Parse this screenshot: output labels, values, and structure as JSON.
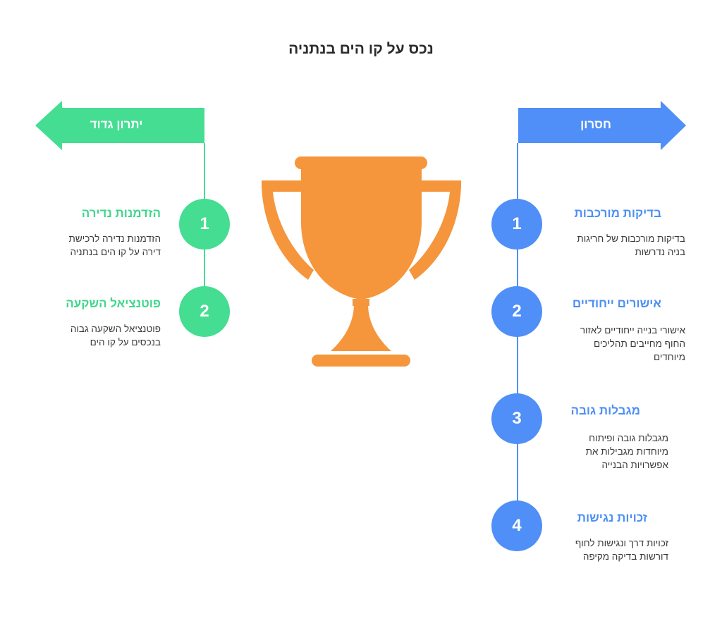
{
  "title": "נכס על קו הים בנתניה",
  "colors": {
    "pro": "#44dd91",
    "con": "#4f8ff7",
    "trophy": "#f5963d"
  },
  "pros": {
    "label": "יתרון גדוד",
    "items": [
      {
        "number": "1",
        "title": "הזדמנות נדירה",
        "desc": [
          "הזדמנות נדירה לרכישת",
          "דירה על קו הים בנתניה"
        ]
      },
      {
        "number": "2",
        "title": "פוטנציאל השקעה",
        "desc": [
          "פוטנציאל השקעה גבוה",
          "בנכסים על קו הים"
        ]
      }
    ]
  },
  "cons": {
    "label": "חסרון",
    "items": [
      {
        "number": "1",
        "title": "בדיקות מורכבות",
        "desc": [
          "בדיקות מורכבות של חריגות",
          "בניה נדרשות"
        ]
      },
      {
        "number": "2",
        "title": "אישורים ייחודיים",
        "desc": [
          "אישורי בנייה ייחודיים לאזור",
          "החוף מחייבים תהליכים",
          "מיוחדים"
        ]
      },
      {
        "number": "3",
        "title": "מגבלות גובה",
        "desc": [
          "מגבלות גובה ופיתוח",
          "מיוחדות מגבילות את",
          "אפשרויות הבנייה"
        ]
      },
      {
        "number": "4",
        "title": "זכויות נגישות",
        "desc": [
          "זכויות דרך ונגישות לחוף",
          "דורשות בדיקה מקיפה"
        ]
      }
    ]
  },
  "center_icon": "trophy-icon"
}
